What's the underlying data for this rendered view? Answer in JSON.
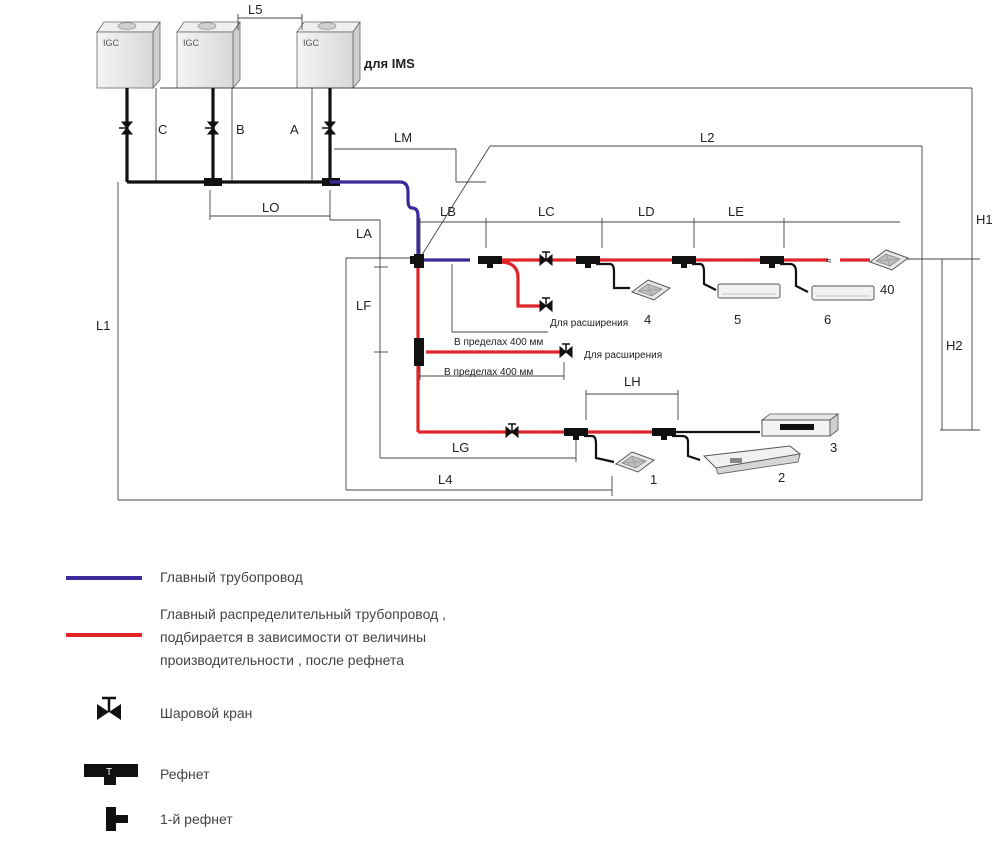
{
  "units": {
    "unit_label": "IGC",
    "ims_label": "для IMS"
  },
  "dimensions": {
    "L5": "L5",
    "A": "A",
    "B": "B",
    "C": "C",
    "LM": "LM",
    "L2": "L2",
    "LO": "LO",
    "LA": "LA",
    "LB": "LB",
    "LC": "LC",
    "LD": "LD",
    "LE": "LE",
    "LF": "LF",
    "LG": "LG",
    "LH": "LH",
    "L1": "L1",
    "L4": "L4",
    "H1": "H1",
    "H2": "H2"
  },
  "indoor_units": {
    "u1": "1",
    "u2": "2",
    "u3": "3",
    "u4": "4",
    "u5": "5",
    "u6": "6",
    "u40": "40"
  },
  "notes": {
    "expansion_1": "Для расширения",
    "expansion_2": "Для расширения",
    "within_400_1": "В пределах 400 мм",
    "within_400_2": "В пределах 400 мм"
  },
  "legend": {
    "main_pipe": "Главный трубопровод",
    "distribution_line1": "Главный распределительный трубопровод ,",
    "distribution_line2": "подбирается в зависимости от величины",
    "distribution_line3": "производительности , после рефнета",
    "ball_valve": "Шаровой кран",
    "refnet": "Рефнет",
    "refnet_mark": "T",
    "first_refnet": "1-й рефнет"
  },
  "colors": {
    "main_pipe": "#3a2a9a",
    "distribution_pipe": "#e0252a",
    "branch_pipe": "#111111"
  }
}
